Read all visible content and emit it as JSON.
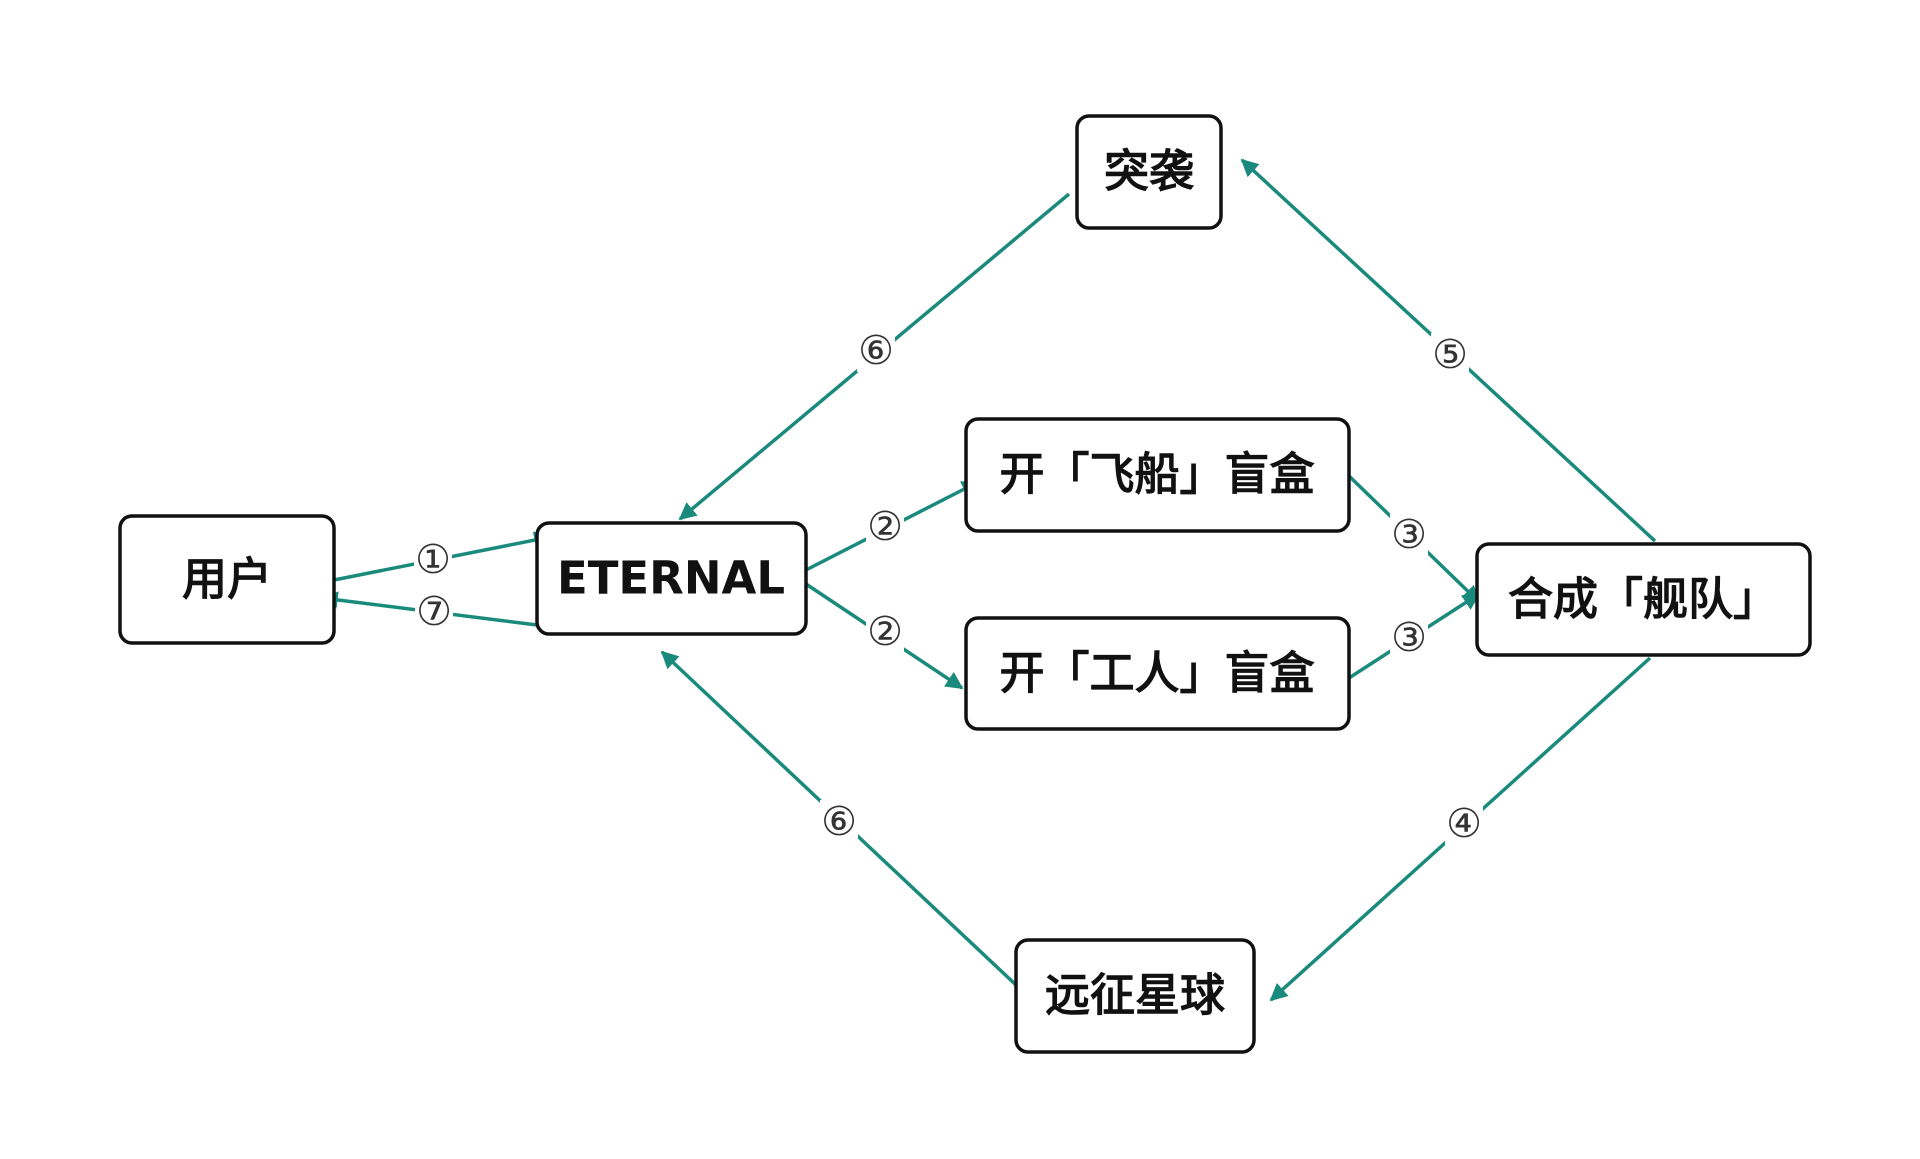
{
  "colors": {
    "edge": "#1a8a7c",
    "node_border": "#111111",
    "node_fill": "#ffffff",
    "text": "#111111",
    "step_label": "#333333"
  },
  "nodes": {
    "user": "用户",
    "eternal": "ETERNAL",
    "raid": "突袭",
    "ship_box": "开「飞船」盲盒",
    "worker_box": "开「工人」盲盒",
    "fleet": "合成「舰队」",
    "expedition": "远征星球"
  },
  "edges": [
    {
      "from": "user",
      "to": "eternal",
      "step": "①"
    },
    {
      "from": "eternal",
      "to": "user",
      "step": "⑦"
    },
    {
      "from": "eternal",
      "to": "ship_box",
      "step": "②"
    },
    {
      "from": "eternal",
      "to": "worker_box",
      "step": "②"
    },
    {
      "from": "ship_box",
      "to": "fleet",
      "step": "③"
    },
    {
      "from": "worker_box",
      "to": "fleet",
      "step": "③"
    },
    {
      "from": "fleet",
      "to": "raid",
      "step": "⑤"
    },
    {
      "from": "fleet",
      "to": "expedition",
      "step": "④"
    },
    {
      "from": "raid",
      "to": "eternal",
      "step": "⑥"
    },
    {
      "from": "expedition",
      "to": "eternal",
      "step": "⑥"
    }
  ]
}
